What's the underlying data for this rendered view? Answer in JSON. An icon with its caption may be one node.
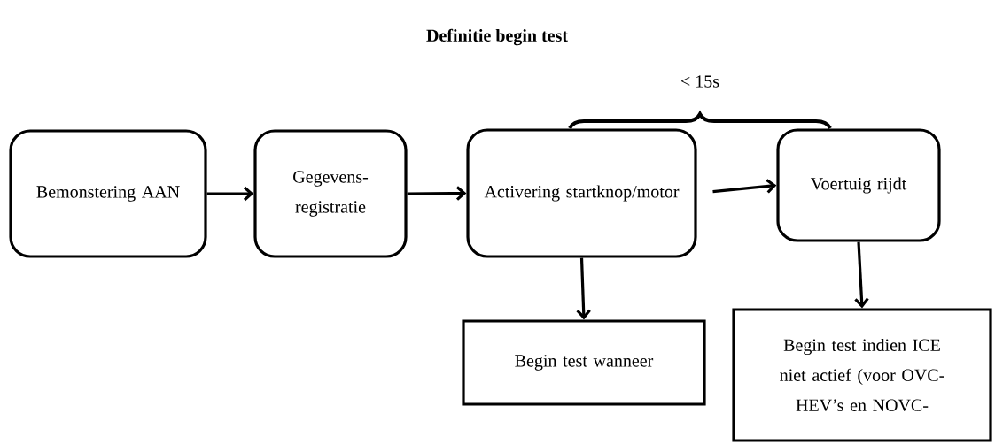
{
  "diagram": {
    "title": "Definitie begin test",
    "nodes": [
      {
        "text": [
          "Bemonstering AAN"
        ]
      },
      {
        "text": [
          "Gegevens-registratie"
        ]
      },
      {
        "text": [
          "Activering startknop/motor"
        ]
      },
      {
        "text": [
          "Voertuig rijdt"
        ]
      },
      {
        "text": [
          "Begin test wanneer"
        ]
      },
      {
        "text": [
          "Begin test indien ICE niet actief (voor OVC-HEV’s en NOVC-"
        ]
      }
    ],
    "edges": [
      {
        "from": 0,
        "to": 1,
        "arrow": "to"
      },
      {
        "from": 1,
        "to": 2,
        "arrow": "to"
      },
      {
        "from": 2,
        "to": 3,
        "arrow": "to"
      },
      {
        "from": 2,
        "to": 4,
        "arrow": "to"
      },
      {
        "from": 3,
        "to": 5,
        "arrow": "to"
      }
    ],
    "labels": [
      "< 15s"
    ]
  }
}
